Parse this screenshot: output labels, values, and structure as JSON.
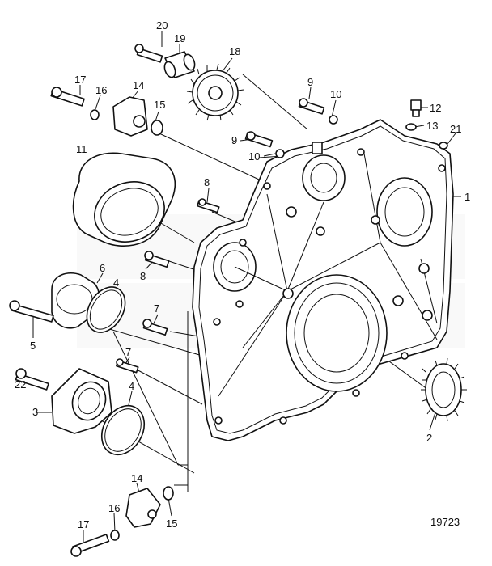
{
  "diagram": {
    "reference_number": "19723",
    "callouts": [
      "20",
      "19",
      "18",
      "17",
      "16",
      "14",
      "15",
      "9",
      "10",
      "12",
      "13",
      "21",
      "11",
      "9",
      "10",
      "8",
      "1",
      "8",
      "6",
      "4",
      "7",
      "5",
      "7",
      "22",
      "4",
      "3",
      "2",
      "14",
      "16",
      "15",
      "17"
    ]
  },
  "colors": {
    "line": "#111111",
    "background": "#ffffff",
    "watermark": "#e3e3e3"
  }
}
